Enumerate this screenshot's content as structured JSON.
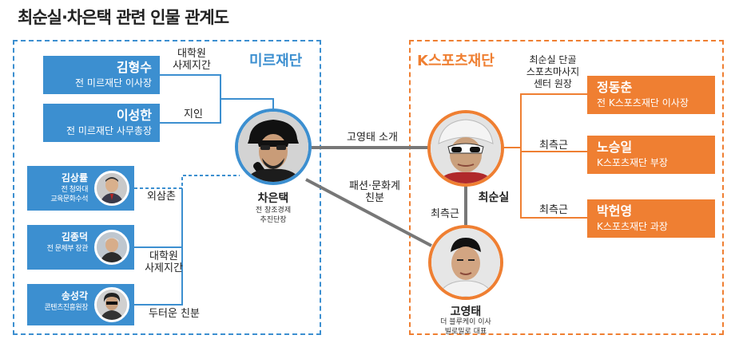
{
  "title": "최순실·차은택 관련 인물 관계도",
  "regions": {
    "mir": {
      "label": "미르재단"
    },
    "ksports": {
      "label": "K스포츠재단"
    }
  },
  "colors": {
    "blue": "#3c8fd0",
    "orange": "#ef7f32",
    "line_gray": "#777777"
  },
  "mir_people": [
    {
      "name": "김형수",
      "role": "전 미르재단 이사장"
    },
    {
      "name": "이성한",
      "role": "전 미르재단 사무총장"
    }
  ],
  "left_people": [
    {
      "name": "김상률",
      "role": [
        "전 청와대",
        "교육문화수석"
      ],
      "photo": "person-photo"
    },
    {
      "name": "김종덕",
      "role": [
        "전 문체부 장관"
      ],
      "photo": "person-photo"
    },
    {
      "name": "송성각",
      "role": [
        "콘텐츠진흥원장"
      ],
      "photo": "person-photo"
    }
  ],
  "ksports_people": [
    {
      "name": "정동춘",
      "role": "전 K스포츠재단 이사장"
    },
    {
      "name": "노승일",
      "role": "K스포츠재단 부장"
    },
    {
      "name": "박헌영",
      "role": "K스포츠재단 과장"
    }
  ],
  "central": {
    "cha": {
      "name": "차은택",
      "desc": [
        "전 창조경제",
        "추진단장"
      ]
    },
    "choi": {
      "name": "최순실"
    },
    "ko": {
      "name": "고영태",
      "desc": [
        "더 블루케이 이사",
        "빌로밀로 대표"
      ]
    }
  },
  "relations": {
    "kim_hyungsoo": [
      "대학원",
      "사제지간"
    ],
    "lee_sunghan": "지인",
    "kim_sangryul": "외삼촌",
    "kim_jongduk": [
      "대학원",
      "사제지간"
    ],
    "song_sunggak": "두터운 친분",
    "ko_intro": "고영태 소개",
    "fashion": [
      "패션·문화계",
      "친분"
    ],
    "choi_ko": "최측근",
    "jung": [
      "최순실 단골",
      "스포츠마사지",
      "센터 원장"
    ],
    "no": "최측근",
    "park": "최측근"
  }
}
